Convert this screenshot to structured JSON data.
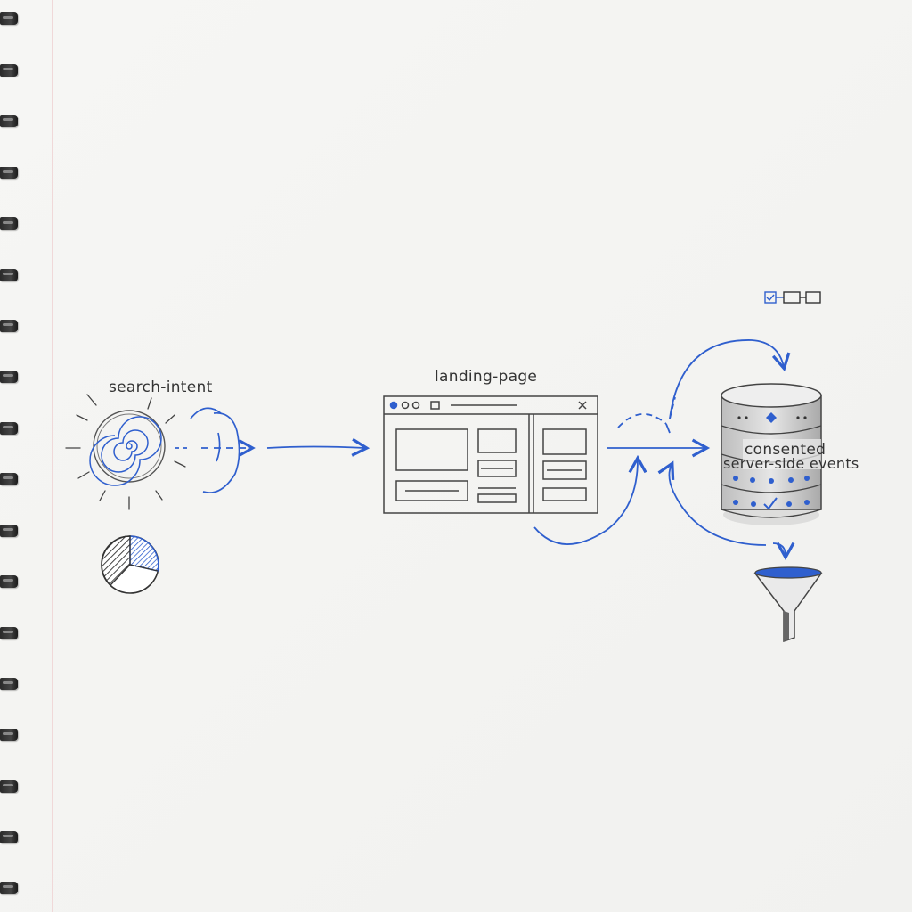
{
  "labels": {
    "search_intent": "search-intent",
    "landing_page": "landing-page",
    "consented": "consented",
    "server_side_events": "server-side events"
  },
  "colors": {
    "ink": "#3a3a3a",
    "accent_blue": "#2f5fce",
    "paper": "#f4f4f2"
  },
  "icons": [
    "spiral-icon",
    "pie-chart-icon",
    "browser-window-icon",
    "database-icon",
    "funnel-icon",
    "checkbox-chain-icon"
  ]
}
